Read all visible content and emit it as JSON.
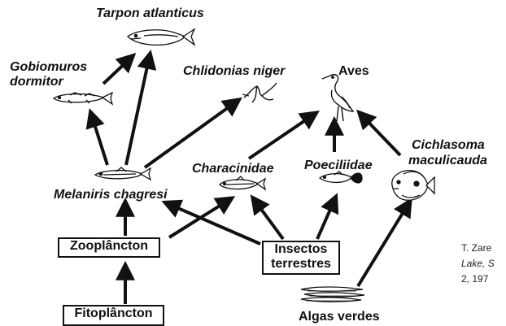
{
  "nodes": {
    "tarpon": "Tarpon atlanticus",
    "gobiomorus_line1": "Gobiomuros",
    "gobiomorus_line2": "dormitor",
    "chlidonias": "Chlidonias niger",
    "aves": "Aves",
    "characinidae": "Characinidae",
    "poeciliidae": "Poeciliidae",
    "cichlasoma_line1": "Cichlasoma",
    "cichlasoma_line2": "maculicauda",
    "melaniris": "Melaniris chagresi",
    "zooplancton": "Zooplâncton",
    "insectos_line1": "Insectos",
    "insectos_line2": "terrestres",
    "fitoplancton": "Fitoplâncton",
    "algas": "Algas verdes"
  },
  "citation": {
    "line1": "T. Zare",
    "line2": "Lake, S",
    "line3": "2, 197"
  },
  "icons": [
    "tarpon-fish-icon",
    "gobiomorus-fish-icon",
    "tern-bird-icon",
    "heron-bird-icon",
    "melaniris-fish-icon",
    "characinidae-fish-icon",
    "poeciliidae-fish-icon",
    "cichlid-fish-icon",
    "green-algae-icon"
  ]
}
